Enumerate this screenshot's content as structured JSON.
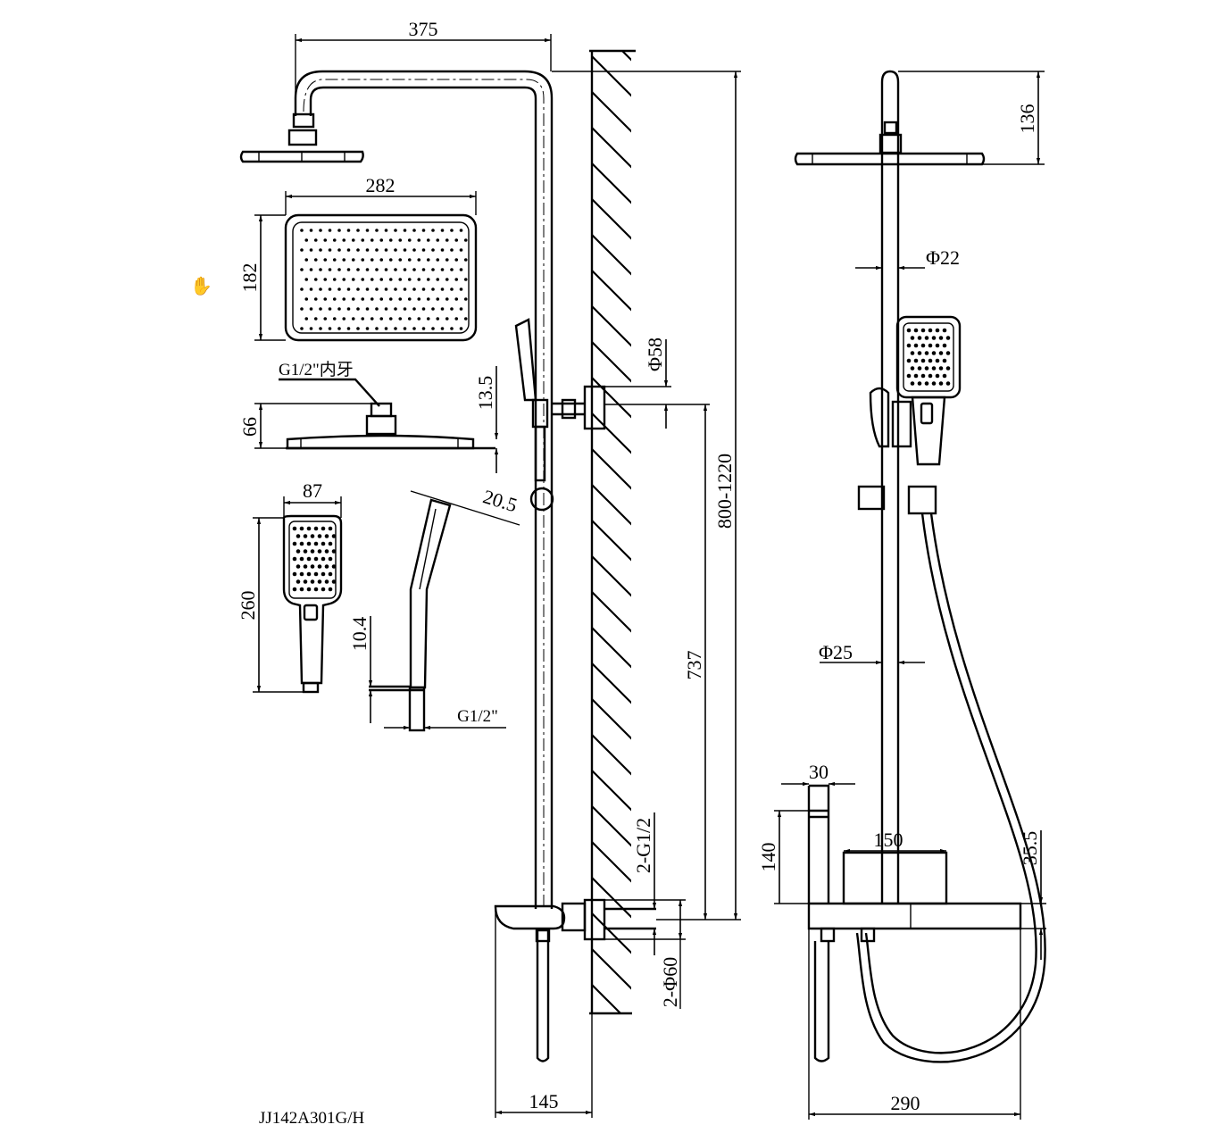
{
  "drawing": {
    "model_code": "JJ142A301G/H",
    "colors": {
      "line": "#000000",
      "background": "#ffffff"
    }
  },
  "dimensions": {
    "overhead_arm_reach": "375",
    "rain_head_width": "282",
    "rain_head_depth": "182",
    "rain_head_inlet": "G1/2\"内牙",
    "rain_head_height": "66",
    "rain_head_inlet_depth": "13.5",
    "hand_shower_width": "87",
    "hand_shower_length": "260",
    "hand_shower_angle": "20.5",
    "hand_shower_thread_len": "10.4",
    "hand_shower_thread": "G1/2\"",
    "wall_bracket_dia": "Φ58",
    "height_adjust_range": "800-1220",
    "inlet_to_bracket": "737",
    "inlet_thread": "2-G1/2",
    "escutcheon_dia": "2-Φ60",
    "wall_to_front": "145",
    "top_height": "136",
    "riser_upper_dia": "Φ22",
    "riser_lower_dia": "Φ25",
    "spout_width": "30",
    "spout_height": "140",
    "valve_body_width": "150",
    "shelf_thickness": "35.5",
    "mixer_overall_width": "290"
  },
  "ui": {
    "cursor_icon": "✋"
  }
}
